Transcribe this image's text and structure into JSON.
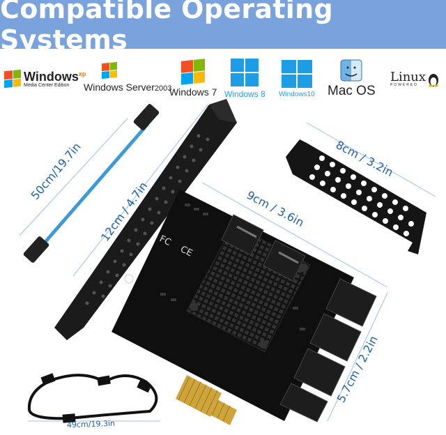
{
  "banner": {
    "title": "Compatible Operating Systems"
  },
  "os_logos": [
    {
      "name": "Windows",
      "suffix": "xp",
      "sub": "Media Center Edition"
    },
    {
      "name": "Windows Server",
      "suffix": "2003"
    },
    {
      "name": "Windows 7"
    },
    {
      "name": "Windows 8"
    },
    {
      "name": "Windows10"
    },
    {
      "name": "Mac OS"
    },
    {
      "name": "Linux",
      "sub": "POWERED"
    }
  ],
  "dimensions": {
    "cable_length": "50cm/19.7in",
    "card_height": "12cm / 4.7in",
    "card_length": "9cm / 3.6in",
    "bracket_length": "8cm / 3.2in",
    "card_depth": "5.7cm / 2.2in",
    "power_cable": "49cm/19.3in"
  },
  "colors": {
    "banner": "#7aa3dd",
    "dimension_text": "#1b5fa8",
    "cable": "#3c9ad8"
  }
}
